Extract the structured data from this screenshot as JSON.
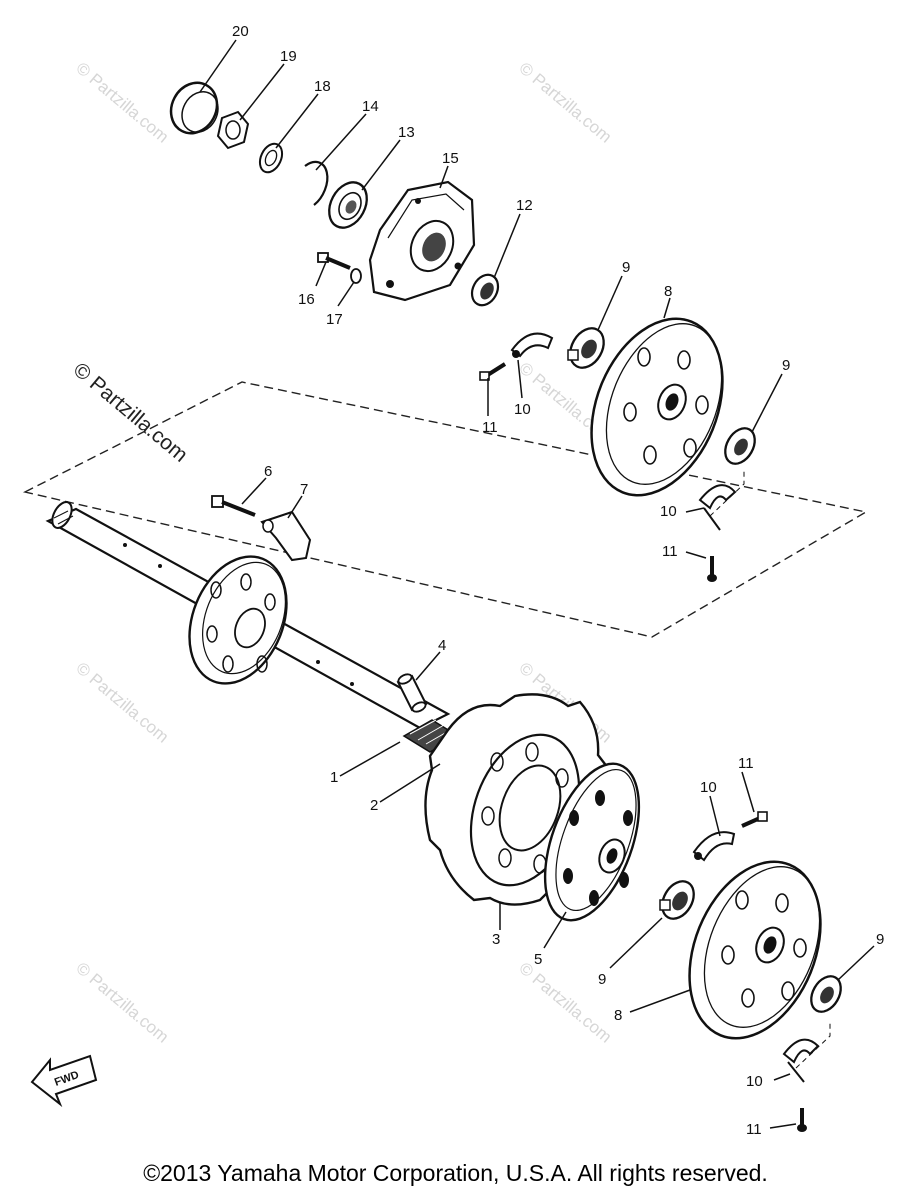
{
  "diagram": {
    "watermark_small": "© Partzilla.com",
    "watermark_large": "© Partzilla.com",
    "fwd_label": "FWD",
    "callouts": {
      "p20": "20",
      "p19": "19",
      "p18": "18",
      "p14": "14",
      "p13": "13",
      "p15": "15",
      "p12": "12",
      "p16": "16",
      "p17": "17",
      "p9a": "9",
      "p8a": "8",
      "p9b": "9",
      "p10a": "10",
      "p11a": "11",
      "p10b": "10",
      "p11b": "11",
      "p6": "6",
      "p7": "7",
      "p4": "4",
      "p1": "1",
      "p2": "2",
      "p11c": "11",
      "p10c": "10",
      "p3": "3",
      "p5": "5",
      "p9c": "9",
      "p8b": "8",
      "p9d": "9",
      "p10d": "10",
      "p11d": "11"
    }
  },
  "footer": {
    "copyright": "©2013 Yamaha Motor Corporation, U.S.A. All rights reserved."
  }
}
